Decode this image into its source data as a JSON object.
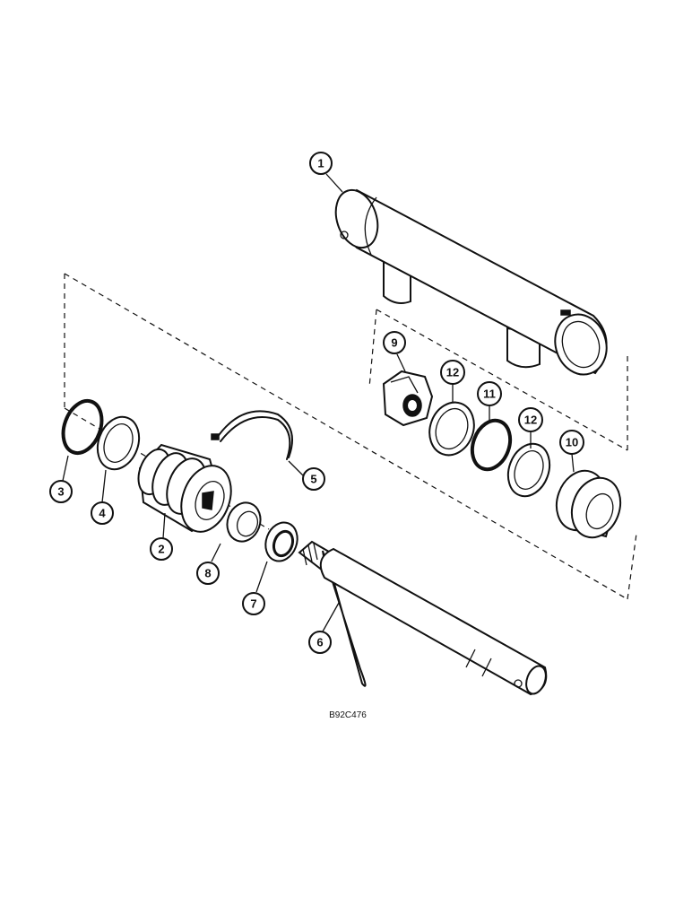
{
  "callouts": {
    "c1": "1",
    "c2": "2",
    "c3": "3",
    "c4": "4",
    "c5": "5",
    "c6": "6",
    "c7": "7",
    "c8": "8",
    "c9": "9",
    "c10": "10",
    "c11": "11",
    "c12a": "12",
    "c12b": "12"
  },
  "figure_ref": "B92C476"
}
